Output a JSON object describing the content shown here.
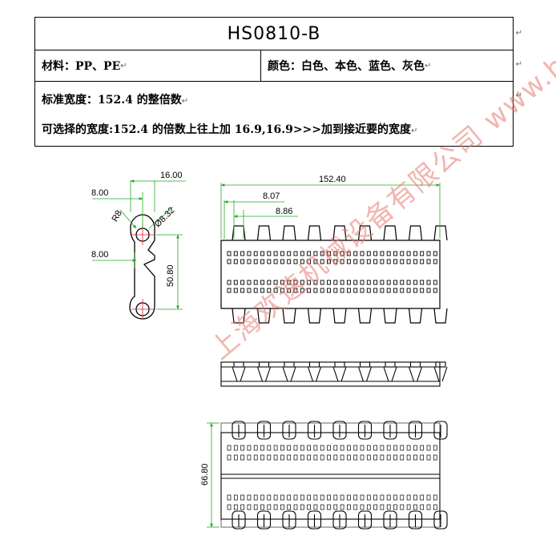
{
  "header": {
    "title": "HS0810-B",
    "material": "材料：PP、PE",
    "color": "颜色：白色、本色、蓝色、灰色",
    "standard_width": "标准宽度：152.4 的整倍数",
    "optional_width": "可选择的宽度:152.4 的倍数上往上加 16.9,16.9>>>加到接近要的宽度",
    "paragraph_mark": "↵"
  },
  "drawing": {
    "side": {
      "dim_top": "16.00",
      "dim_left_top": "8.00",
      "radius": "R8",
      "hole": "Ø8.32",
      "dim_left_bottom": "8.00",
      "height": "50.80"
    },
    "front": {
      "width_total": "152.40",
      "pitch_a": "8.07",
      "pitch_b": "8.86"
    },
    "bottom": {
      "height": "66.80"
    },
    "line_color": "#000000",
    "dim_color": "#22aa22",
    "center_color": "#dd2222"
  },
  "watermark": {
    "text": "上海欢速机械设备有限公司 www.huansujx.com"
  }
}
